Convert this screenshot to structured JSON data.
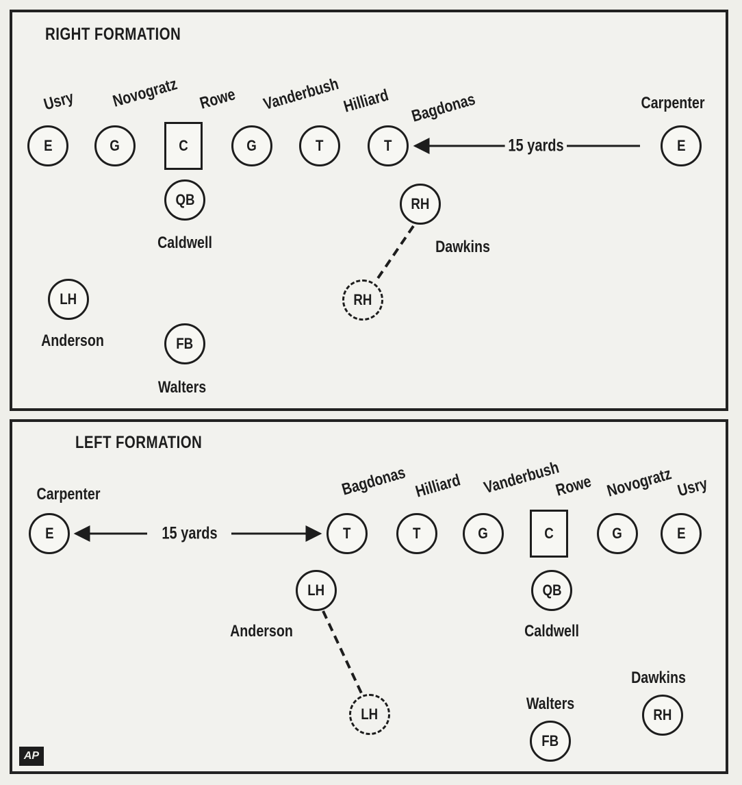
{
  "right_formation": {
    "title": "RIGHT FORMATION",
    "line": [
      {
        "pos": "E",
        "name": "Usry"
      },
      {
        "pos": "G",
        "name": "Novogratz"
      },
      {
        "pos": "C",
        "name": "Rowe"
      },
      {
        "pos": "G",
        "name": "Vanderbush"
      },
      {
        "pos": "T",
        "name": "Hilliard"
      },
      {
        "pos": "T",
        "name": "Bagdonas"
      },
      {
        "pos": "E",
        "name": "Carpenter"
      }
    ],
    "split_label": "15 yards",
    "backs": [
      {
        "pos": "QB",
        "name": "Caldwell"
      },
      {
        "pos": "RH",
        "name": "Dawkins",
        "motion_pos": "RH"
      },
      {
        "pos": "LH",
        "name": "Anderson"
      },
      {
        "pos": "FB",
        "name": "Walters"
      }
    ]
  },
  "left_formation": {
    "title": "LEFT FORMATION",
    "line": [
      {
        "pos": "E",
        "name": "Carpenter"
      },
      {
        "pos": "T",
        "name": "Bagdonas"
      },
      {
        "pos": "T",
        "name": "Hilliard"
      },
      {
        "pos": "G",
        "name": "Vanderbush"
      },
      {
        "pos": "C",
        "name": "Rowe"
      },
      {
        "pos": "G",
        "name": "Novogratz"
      },
      {
        "pos": "E",
        "name": "Usry"
      }
    ],
    "split_label": "15 yards",
    "backs": [
      {
        "pos": "LH",
        "name": "Anderson",
        "motion_pos": "LH"
      },
      {
        "pos": "QB",
        "name": "Caldwell"
      },
      {
        "pos": "RH",
        "name": "Dawkins"
      },
      {
        "pos": "FB",
        "name": "Walters"
      }
    ]
  },
  "logo_text": "AP"
}
